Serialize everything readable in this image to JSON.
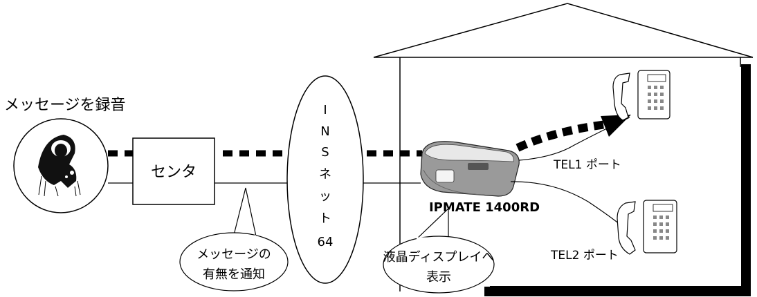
{
  "labels": {
    "record_message": "メッセージを録音",
    "center": "センタ",
    "ins_net": [
      "I",
      "N",
      "S",
      "ネ",
      "ッ",
      "ト",
      "64"
    ],
    "notify_line1": "メッセージの",
    "notify_line2": "有無を通知",
    "display_line1": "液晶ディスプレイへ",
    "display_line2": "表示",
    "device": "IPMATE 1400RD",
    "tel1": "TEL1 ポート",
    "tel2": "TEL2 ポート"
  }
}
